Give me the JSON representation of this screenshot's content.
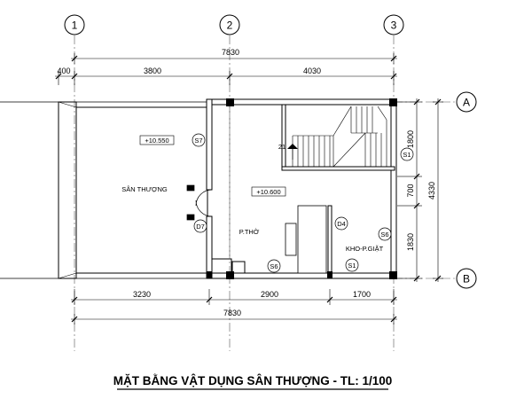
{
  "grid_axes": {
    "vertical": [
      "1",
      "2",
      "3"
    ],
    "horizontal": [
      "A",
      "B"
    ]
  },
  "dimensions": {
    "top_total": "7830",
    "top_segments": [
      "400",
      "3800",
      "4030"
    ],
    "bottom_segments": [
      "3230",
      "2900",
      "1700"
    ],
    "bottom_total": "7830",
    "right_total": "4330",
    "right_segments": [
      "1800",
      "700",
      "1830"
    ]
  },
  "rooms": {
    "terrace": "SÂN THƯỢNG",
    "worship": "P.THỜ",
    "storage_laundry": "KHO-P.GIẶT"
  },
  "levels": {
    "terrace_level": "+10.550",
    "worship_level": "+10.600"
  },
  "stair_step": "21",
  "tags": {
    "s7": "S7",
    "d7": "D7",
    "d4": "D4",
    "s6_right": "S6",
    "s6_bottom": "S6",
    "s1_stair": "S1",
    "s1_bottom": "S1"
  },
  "title": "MẶT BẰNG VẬT DỤNG SÂN THƯỢNG - TL: 1/100"
}
